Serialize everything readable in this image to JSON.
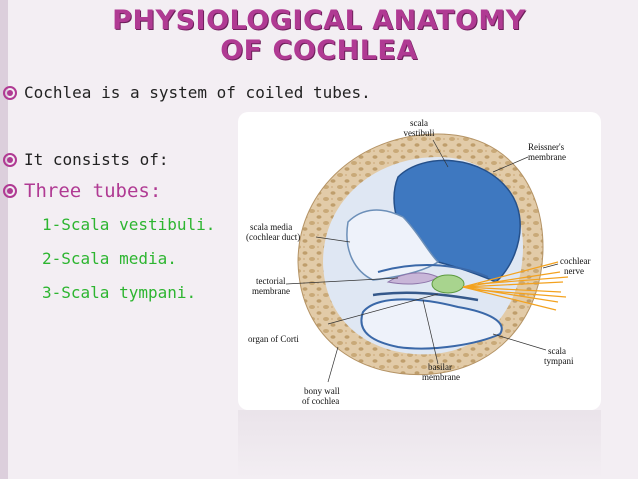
{
  "title": {
    "line1": "PHYSIOLOGICAL ANATOMY",
    "line2": "OF COCHLEA"
  },
  "bullets": [
    "Cochlea is a system of coiled tubes.",
    "It consists of:",
    "Three tubes:"
  ],
  "tubes": [
    "1-Scala vestibuli.",
    "2-Scala media.",
    "3-Scala tympani."
  ],
  "figure": {
    "labels": {
      "scala_vestibuli_1": "scala",
      "scala_vestibuli_2": "vestibuli",
      "reissner_1": "Reissner's",
      "reissner_2": "membrane",
      "scala_media_1": "scala media",
      "scala_media_2": "(cochlear duct)",
      "tectorial_1": "tectorial",
      "tectorial_2": "membrane",
      "cochlear_nerve_1": "cochlear",
      "cochlear_nerve_2": "nerve",
      "organ_of_corti": "organ of Corti",
      "scala_tympani_1": "scala",
      "scala_tympani_2": "tympani",
      "bony_wall_1": "bony wall",
      "bony_wall_2": "of cochlea",
      "basilar_1": "basilar",
      "basilar_2": "membrane"
    }
  },
  "colors": {
    "accent": "#b03a93",
    "sub_text": "#2db530",
    "bone": "#d9c09a",
    "vestibuli": "#3e78c0"
  }
}
